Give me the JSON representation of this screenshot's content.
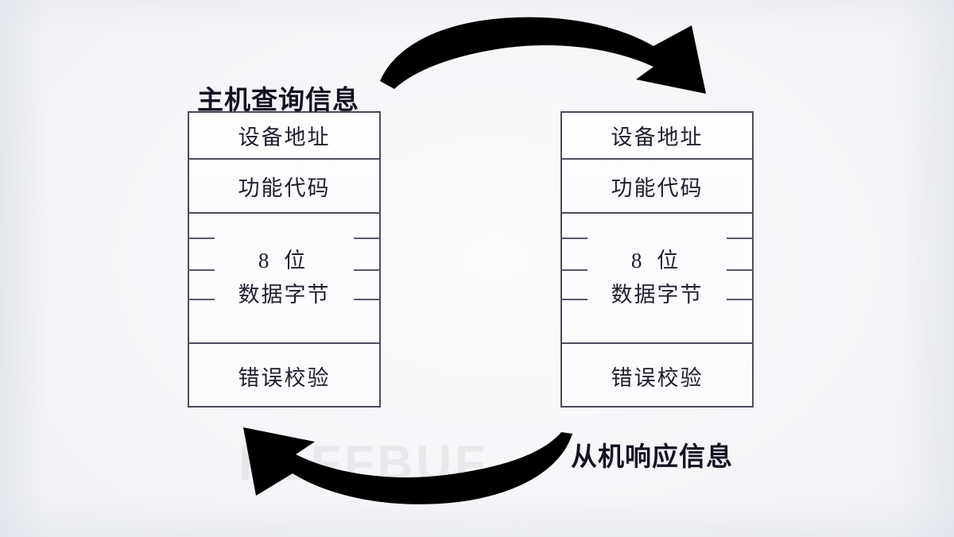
{
  "background": {
    "color": "#f4f5f8",
    "watermark_text": "PEFFBUF"
  },
  "captions": {
    "master": "主机查询信息",
    "slave": "从机响应信息"
  },
  "colors": {
    "frame_border": "#4a4a5c",
    "text": "#201e2e",
    "caption_text": "#131221",
    "arrow": "#000000"
  },
  "frames": [
    {
      "id": "master-query-frame",
      "caption": "主机查询信息",
      "rows": [
        {
          "name": "device-address",
          "label": "设备地址"
        },
        {
          "name": "function-code",
          "label": "功能代码"
        },
        {
          "name": "data-bytes",
          "label_line1": "8 位",
          "label_line2": "数据字节",
          "continuation_ticks": 3
        },
        {
          "name": "error-check",
          "label": "错误校验"
        }
      ]
    },
    {
      "id": "slave-response-frame",
      "caption": "从机响应信息",
      "rows": [
        {
          "name": "device-address",
          "label": "设备地址"
        },
        {
          "name": "function-code",
          "label": "功能代码"
        },
        {
          "name": "data-bytes",
          "label_line1": "8 位",
          "label_line2": "数据字节",
          "continuation_ticks": 3
        },
        {
          "name": "error-check",
          "label": "错误校验"
        }
      ]
    }
  ],
  "arrows": [
    {
      "name": "query-arrow",
      "direction": "master-to-slave",
      "description": "thick curved arrow sweeping right and down into the slave frame"
    },
    {
      "name": "response-arrow",
      "direction": "slave-to-master",
      "description": "thick curved arrow sweeping left and up into the master frame"
    }
  ]
}
